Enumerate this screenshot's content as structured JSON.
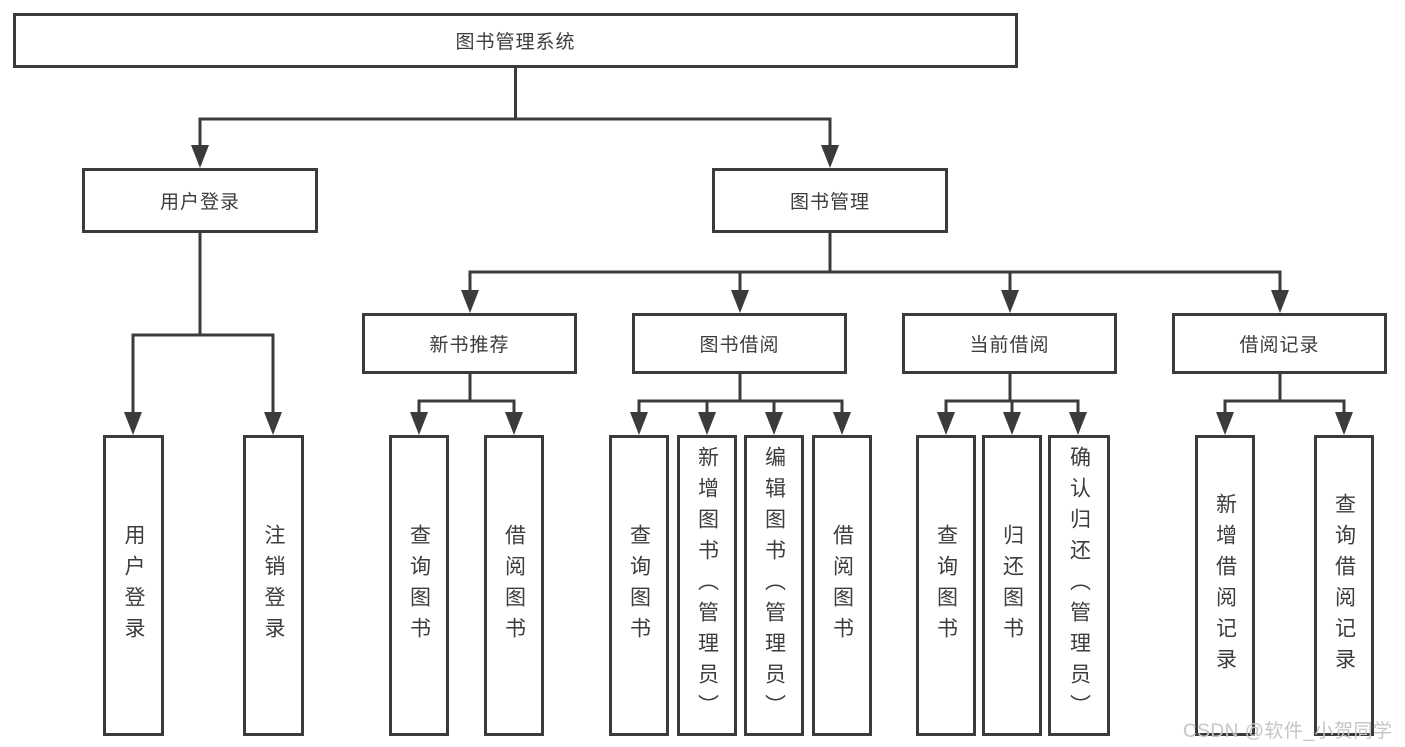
{
  "tree": {
    "root": {
      "label": "图书管理系统"
    },
    "login": {
      "label": "用户登录",
      "children": [
        {
          "label": "用户登录"
        },
        {
          "label": "注销登录"
        }
      ]
    },
    "mgmt": {
      "label": "图书管理"
    },
    "recommend": {
      "label": "新书推荐",
      "children": [
        {
          "label": "查询图书"
        },
        {
          "label": "借阅图书"
        }
      ]
    },
    "borrow": {
      "label": "图书借阅",
      "children": [
        {
          "label": "查询图书"
        },
        {
          "label": "新增图书（管理员）"
        },
        {
          "label": "编辑图书（管理员）"
        },
        {
          "label": "借阅图书"
        }
      ]
    },
    "current": {
      "label": "当前借阅",
      "children": [
        {
          "label": "查询图书"
        },
        {
          "label": "归还图书"
        },
        {
          "label": "确认归还（管理员）"
        }
      ]
    },
    "records": {
      "label": "借阅记录",
      "children": [
        {
          "label": "新增借阅记录"
        },
        {
          "label": "查询借阅记录"
        }
      ]
    }
  },
  "watermark": {
    "text": "CSDN @软件_小贺同学"
  },
  "colors": {
    "line": "#3b3b3b",
    "box_border": "#3b3b3b",
    "text": "#3d3d3d",
    "background": "#ffffff",
    "watermark": "#c6c6c6"
  }
}
